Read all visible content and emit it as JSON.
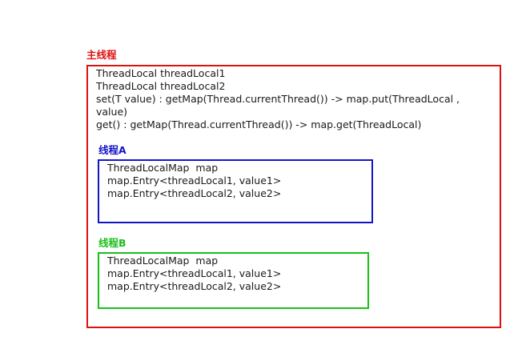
{
  "colors": {
    "main": "#dd1111",
    "thread_a": "#1515c8",
    "thread_b": "#19c019"
  },
  "main_thread": {
    "label": "主线程",
    "lines": [
      "ThreadLocal threadLocal1",
      "ThreadLocal threadLocal2",
      "set(T value) : getMap(Thread.currentThread()) -> map.put(ThreadLocal , value)",
      "get() : getMap(Thread.currentThread()) -> map.get(ThreadLocal)"
    ]
  },
  "thread_a": {
    "label": "线程A",
    "lines": [
      "ThreadLocalMap  map",
      "map.Entry<threadLocal1, value1>",
      "map.Entry<threadLocal2, value2>"
    ]
  },
  "thread_b": {
    "label": "线程B",
    "lines": [
      "ThreadLocalMap  map",
      "map.Entry<threadLocal1, value1>",
      "map.Entry<threadLocal2, value2>"
    ]
  }
}
